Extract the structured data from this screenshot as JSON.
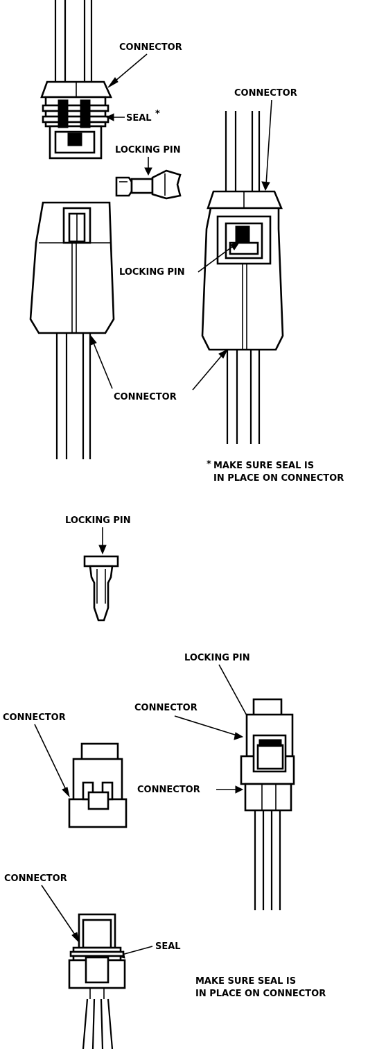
{
  "colors": {
    "ink": "#000000",
    "paper": "#ffffff"
  },
  "labels": {
    "a_connector_top": "CONNECTOR",
    "a_seal": "SEAL",
    "a_seal_mark": "*",
    "a_locking_pin_loose": "LOCKING PIN",
    "a_connector_right_top": "CONNECTOR",
    "a_locking_pin_mid": "LOCKING PIN",
    "a_connector_bottom": "CONNECTOR",
    "a_note_mark": "*",
    "a_note_line1": "MAKE SURE SEAL IS",
    "a_note_line2": "IN PLACE ON CONNECTOR",
    "b_locking_pin": "LOCKING PIN",
    "c_locking_pin": "LOCKING PIN",
    "c_connector_left": "CONNECTOR",
    "c_connector_right_upper": "CONNECTOR",
    "c_connector_right_lower": "CONNECTOR",
    "c_connector_bottom": "CONNECTOR",
    "c_seal": "SEAL",
    "c_note_line1": "MAKE SURE SEAL IS",
    "c_note_line2": "IN PLACE ON CONNECTOR"
  }
}
